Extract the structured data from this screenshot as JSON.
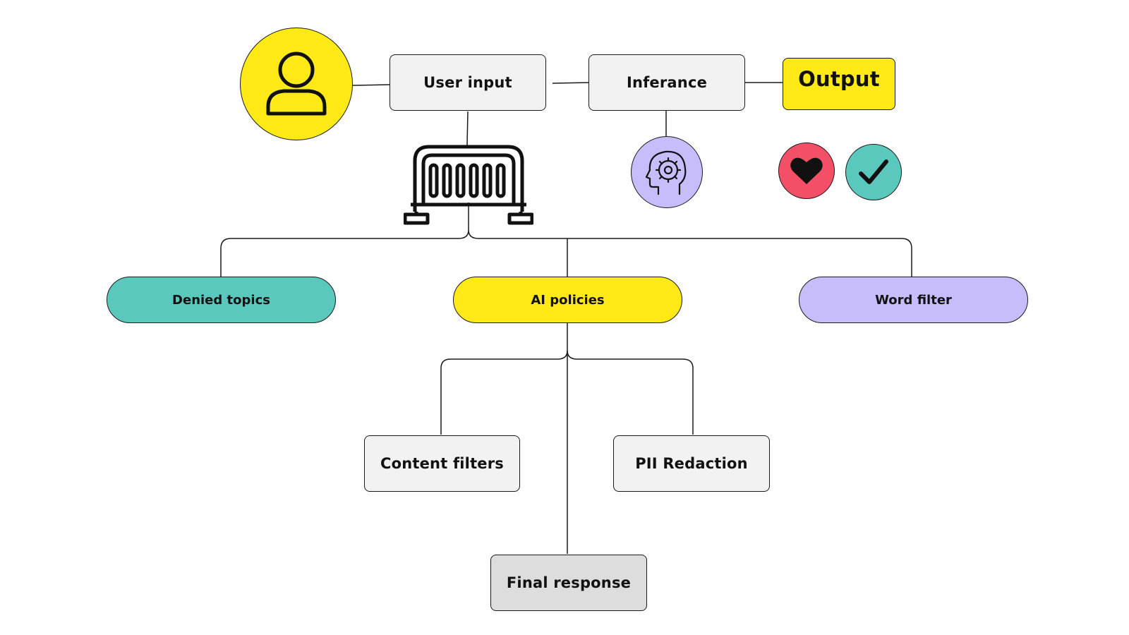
{
  "diagram": {
    "nodes": {
      "user_input": "User input",
      "inference": "Inferance",
      "output": "Output",
      "denied_topics": "Denied topics",
      "ai_policies": "AI policies",
      "word_filter": "Word filter",
      "content_filters": "Content filters",
      "pii_redaction": "PII Redaction",
      "final_response": "Final response"
    },
    "icons": {
      "user": "user-icon",
      "guardrail": "barrier-gate-icon",
      "ai_brain": "brain-gear-icon",
      "heart": "heart-icon",
      "check": "checkmark-icon"
    },
    "colors": {
      "yellow": "#ffe916",
      "teal": "#5ac8bd",
      "lavender": "#c8bdfb",
      "light_gray": "#f2f2f2",
      "mid_gray": "#dddddd",
      "pink_red": "#f34f66",
      "line": "#1a1a1a"
    }
  }
}
